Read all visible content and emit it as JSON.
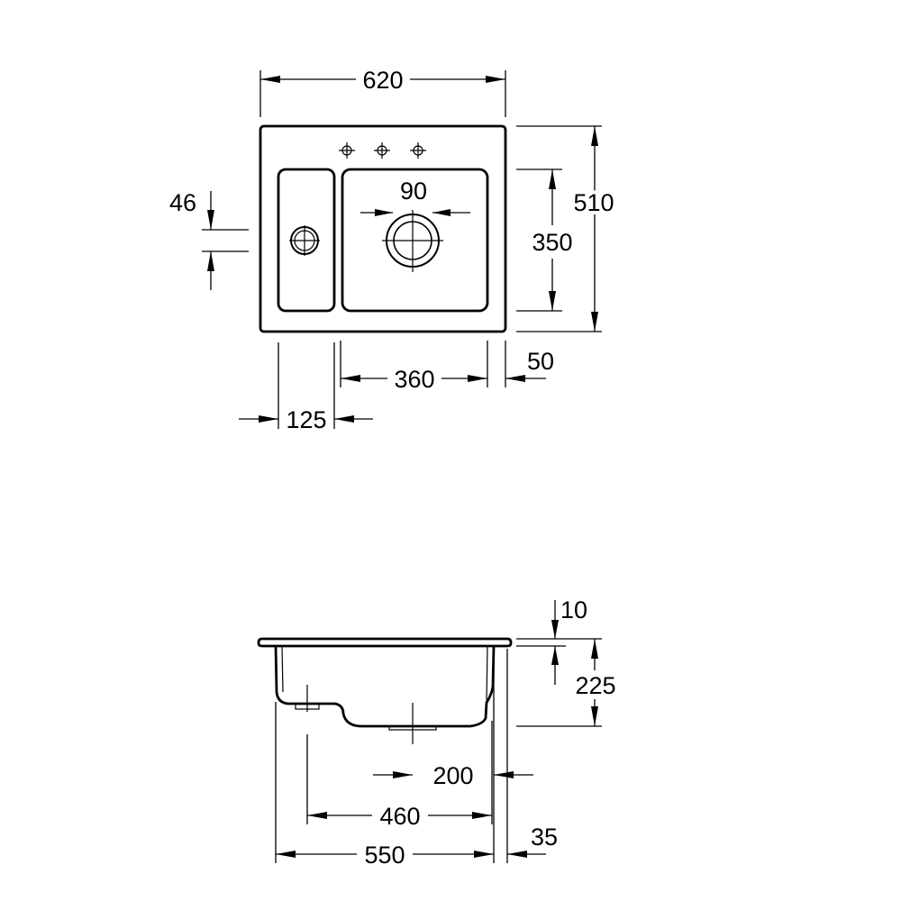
{
  "plan_view": {
    "dims": {
      "overall_width": "620",
      "overall_depth": "510",
      "main_bowl_depth": "350",
      "main_bowl_width": "360",
      "side_bowl_width": "125",
      "side_drain_offset": "46",
      "drain_diameter": "90",
      "rim_margin": "50"
    }
  },
  "side_view": {
    "dims": {
      "rim_thickness": "10",
      "bowl_depth": "225",
      "drain_offset": "200",
      "bowl_length": "460",
      "cutout_length": "550",
      "rim_overhang": "35"
    }
  }
}
